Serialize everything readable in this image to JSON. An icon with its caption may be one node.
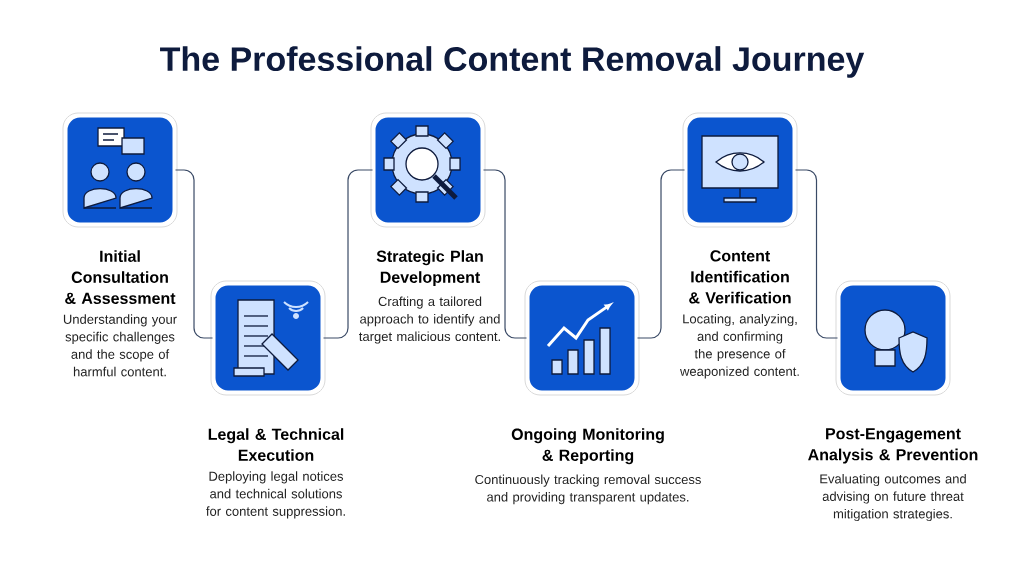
{
  "diagram": {
    "title": "The Professional Content Removal Journey",
    "nodes": [
      {
        "text": [
          "Initial Consultation & Assessment",
          "Understanding your specific challenges and the scope of harmful content."
        ]
      },
      {
        "text": [
          "Legal & Technical Execution",
          "Deploying legal notices and technical solutions for content suppression."
        ]
      },
      {
        "text": [
          "Strategic Plan Development",
          "Crafting a tailored approach to identify and target malicious content."
        ]
      },
      {
        "text": [
          "Ongoing Monitoring & Reporting",
          "Continuously tracking removal success and providing transparent updates."
        ]
      },
      {
        "text": [
          "Content Identification & Verification",
          "Locating, analyzing, and confirming the presence of weaponized content."
        ]
      },
      {
        "text": [
          "Post-Engagement Analysis & Prevention",
          "Evaluating outcomes and advising on future threat mitigation strategies."
        ]
      }
    ],
    "edges": [
      {
        "from": 0,
        "to": 1,
        "arrow": "none"
      },
      {
        "from": 1,
        "to": 2,
        "arrow": "none"
      },
      {
        "from": 2,
        "to": 3,
        "arrow": "none"
      },
      {
        "from": 3,
        "to": 4,
        "arrow": "none"
      },
      {
        "from": 4,
        "to": 5,
        "arrow": "none"
      }
    ]
  }
}
